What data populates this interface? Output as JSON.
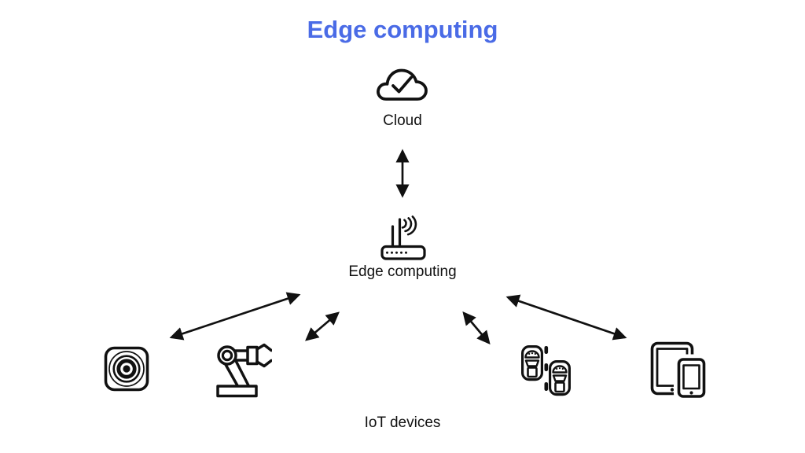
{
  "title": "Edge computing",
  "colors": {
    "accent": "#4a6be6",
    "ink": "#111111"
  },
  "nodes": {
    "cloud": {
      "label": "Cloud",
      "icon": "cloud-check-icon"
    },
    "edge": {
      "label": "Edge computing",
      "icon": "wifi-router-icon"
    },
    "iot": {
      "label": "IoT devices",
      "devices": [
        "speaker-icon",
        "robot-arm-icon",
        "cars-top-view-icon",
        "tablet-phone-icon"
      ]
    }
  },
  "connections": [
    {
      "from": "Cloud",
      "to": "Edge computing",
      "bidirectional": true
    },
    {
      "from": "Edge computing",
      "to": "speaker",
      "bidirectional": true
    },
    {
      "from": "Edge computing",
      "to": "robot-arm",
      "bidirectional": true
    },
    {
      "from": "Edge computing",
      "to": "cars",
      "bidirectional": true
    },
    {
      "from": "Edge computing",
      "to": "tablet-phone",
      "bidirectional": true
    }
  ]
}
